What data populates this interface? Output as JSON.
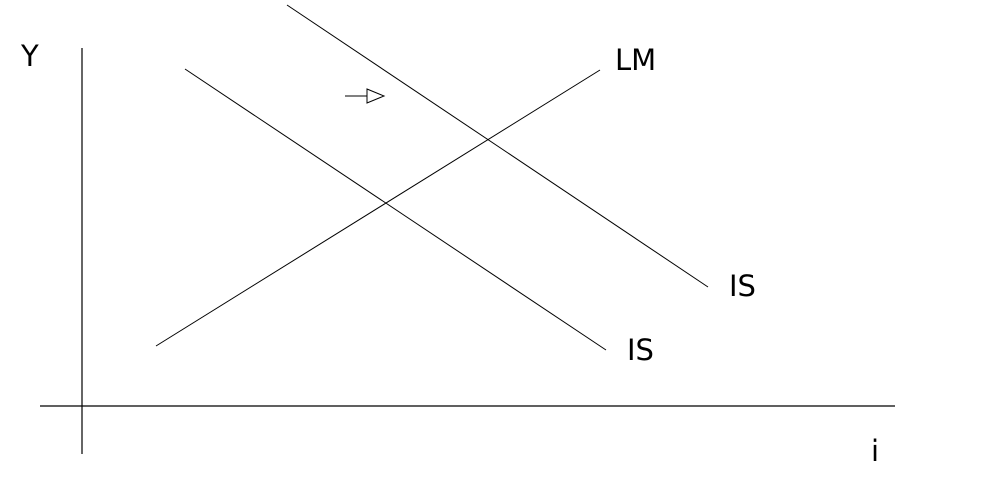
{
  "diagram": {
    "type": "IS-LM",
    "colors": {
      "background": "#ffffff",
      "stroke": "#000000"
    },
    "labels": {
      "y_axis": "Y",
      "x_axis": "i",
      "lm_curve": "LM",
      "is_curve_original": "IS",
      "is_curve_shifted": "IS"
    },
    "shift_arrow": {
      "icon": "right-arrow-icon",
      "direction": "right"
    }
  }
}
